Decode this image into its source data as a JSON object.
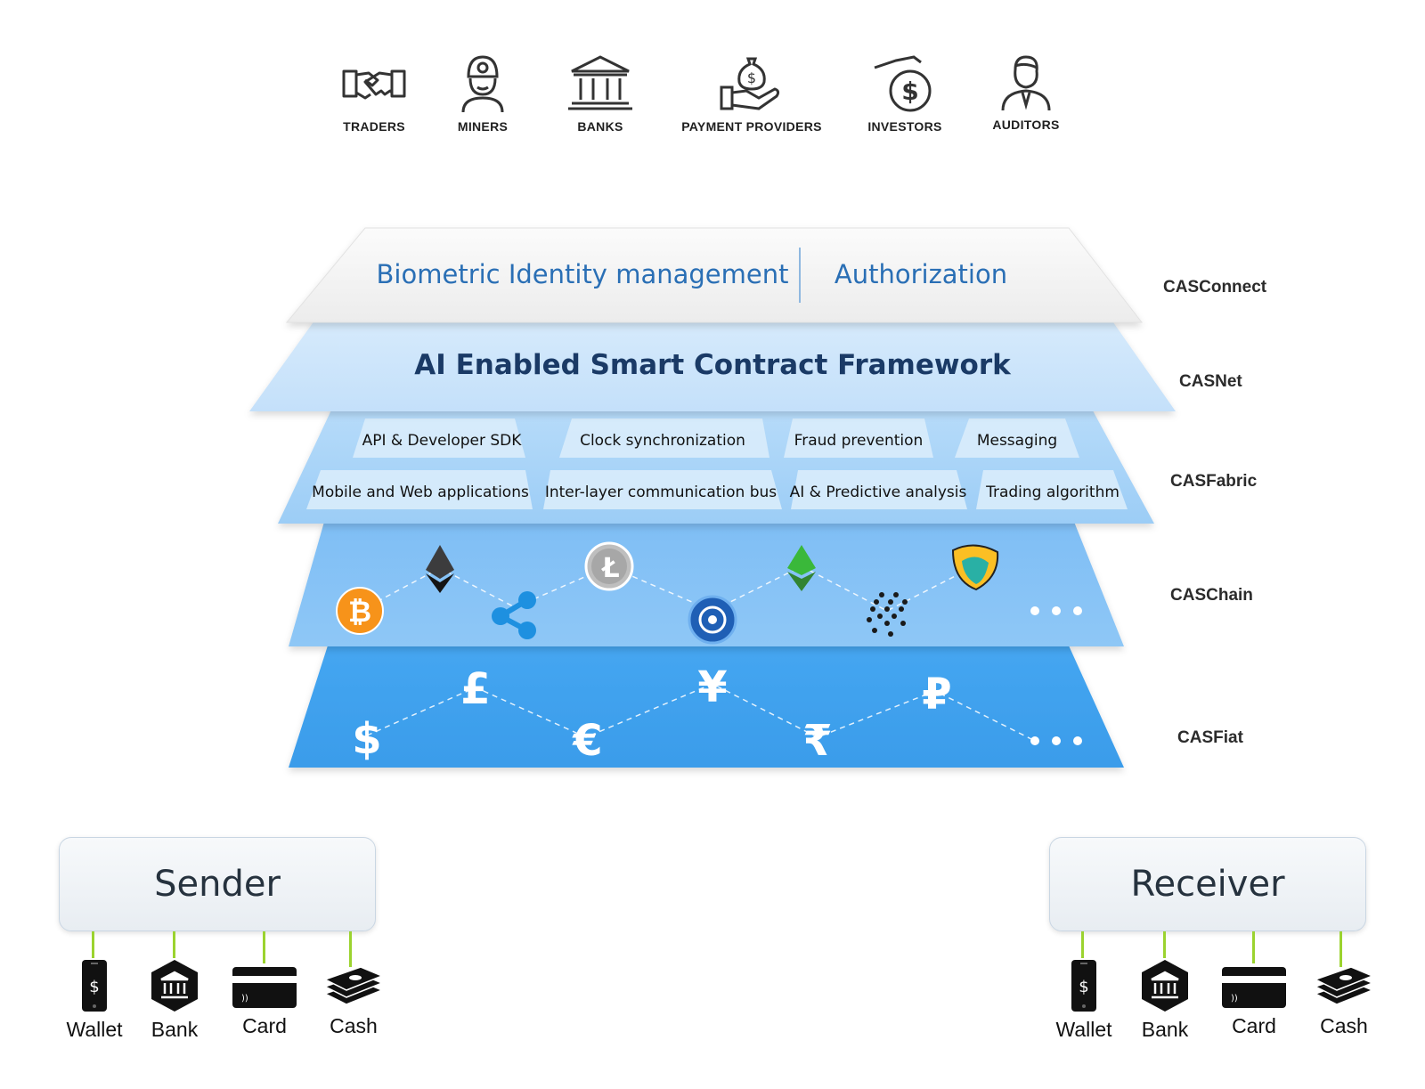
{
  "stakeholders": [
    {
      "label": "TRADERS",
      "icon": "handshake-icon"
    },
    {
      "label": "MINERS",
      "icon": "miner-icon"
    },
    {
      "label": "BANKS",
      "icon": "bank-building-icon"
    },
    {
      "label": "PAYMENT PROVIDERS",
      "icon": "hand-money-bag-icon"
    },
    {
      "label": "INVESTORS",
      "icon": "money-bag-icon"
    },
    {
      "label": "AUDITORS",
      "icon": "auditor-person-icon"
    }
  ],
  "layers": {
    "connect": {
      "name": "CASConnect",
      "left_text": "Biometric Identity management",
      "right_text": "Authorization"
    },
    "net": {
      "name": "CASNet",
      "title": "AI Enabled Smart Contract Framework"
    },
    "fabric": {
      "name": "CASFabric",
      "row1": [
        "API & Developer SDK",
        "Clock synchronization",
        "Fraud prevention",
        "Messaging"
      ],
      "row2": [
        "Mobile and Web applications",
        "Inter-layer communication bus",
        "AI & Predictive analysis",
        "Trading algorithm"
      ]
    },
    "chain": {
      "name": "CASChain",
      "coins": [
        "bitcoin-icon",
        "ethereum-icon",
        "ripple-icon",
        "litecoin-icon",
        "icon-coin-icon",
        "ethereum-classic-icon",
        "iota-icon",
        "nem-icon"
      ],
      "more": "..."
    },
    "fiat": {
      "name": "CASFiat",
      "symbols": [
        "$",
        "£",
        "€",
        "¥",
        "₹",
        "₽"
      ],
      "more": "..."
    }
  },
  "sender": {
    "title": "Sender",
    "methods": [
      {
        "label": "Wallet",
        "icon": "wallet-phone-icon"
      },
      {
        "label": "Bank",
        "icon": "bank-icon"
      },
      {
        "label": "Card",
        "icon": "card-icon"
      },
      {
        "label": "Cash",
        "icon": "cash-icon"
      }
    ]
  },
  "receiver": {
    "title": "Receiver",
    "methods": [
      {
        "label": "Wallet",
        "icon": "wallet-phone-icon"
      },
      {
        "label": "Bank",
        "icon": "bank-icon"
      },
      {
        "label": "Card",
        "icon": "card-icon"
      },
      {
        "label": "Cash",
        "icon": "cash-icon"
      }
    ]
  },
  "colors": {
    "connect_top": "#f7f7f7",
    "net": "#cfe6fb",
    "fabric": "#aad5f8",
    "chain": "#82c0f5",
    "fiat": "#3fa2ee",
    "connector": "#9bd32f",
    "title_blue": "#1a3a66",
    "text_blue": "#2a6fb5"
  }
}
